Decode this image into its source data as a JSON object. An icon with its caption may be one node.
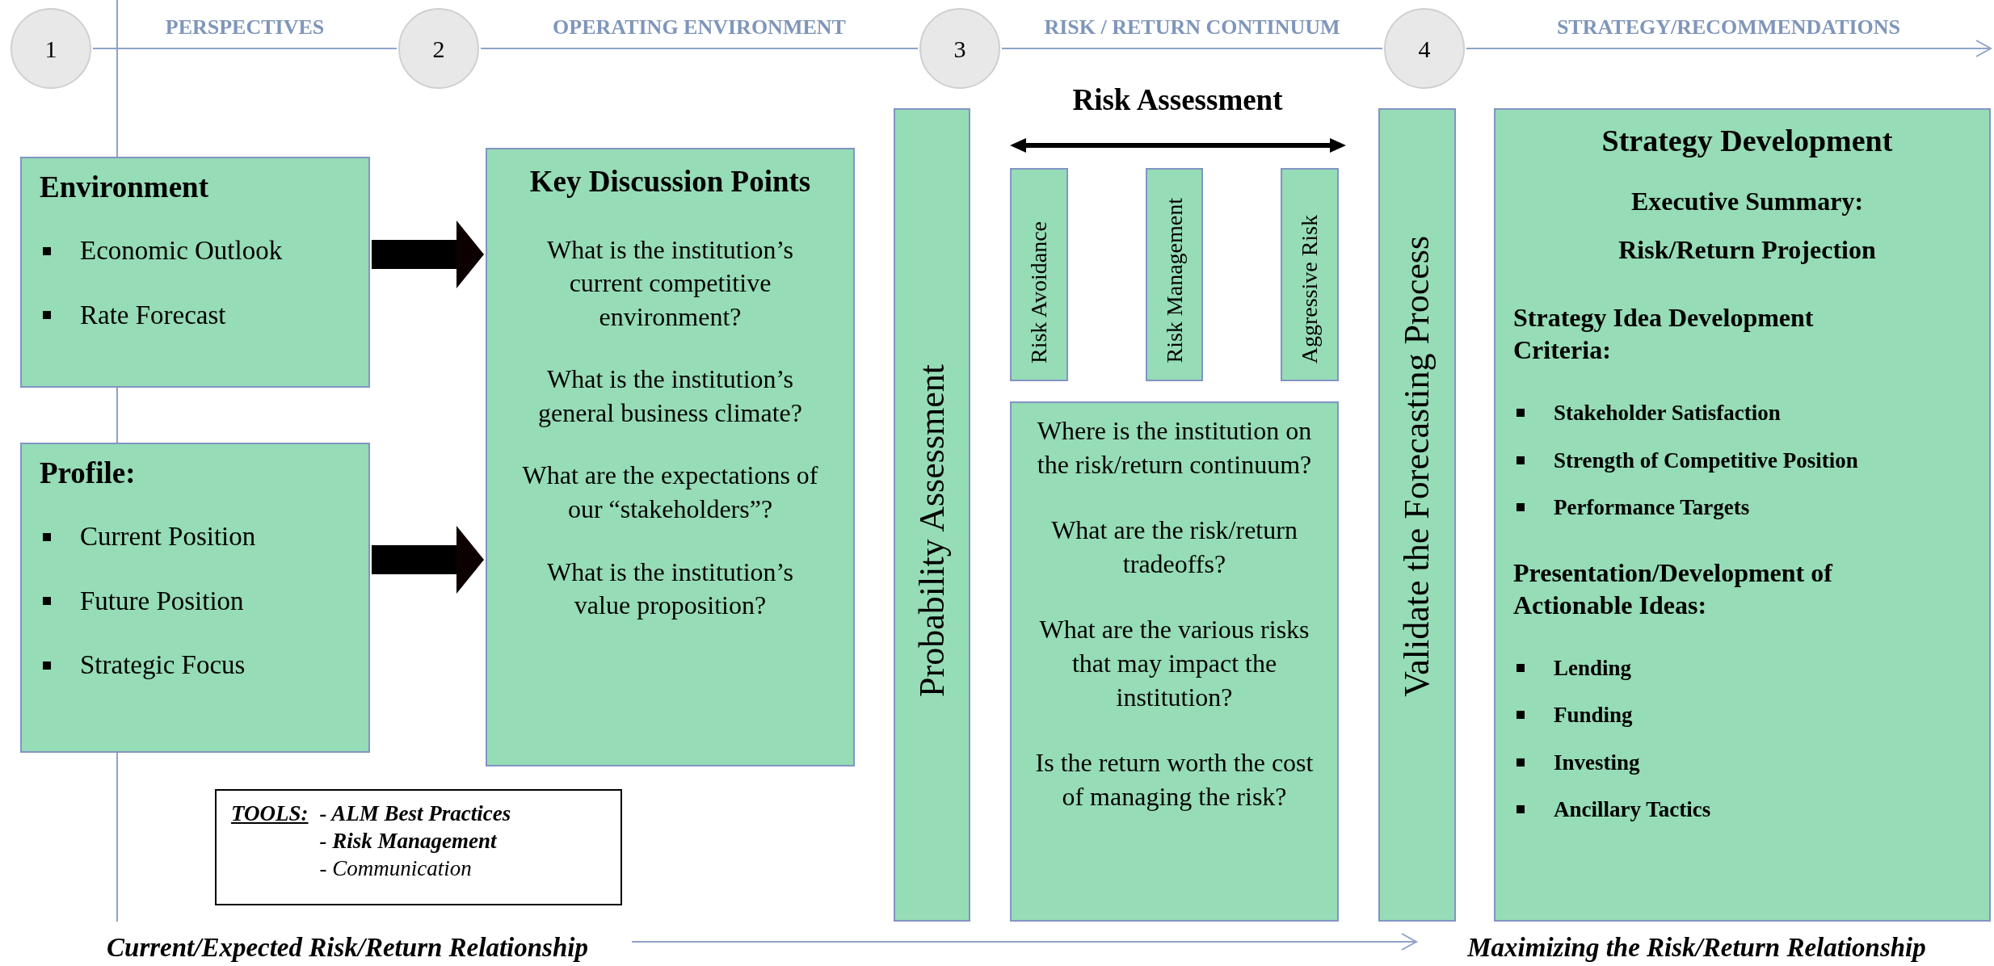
{
  "diagram": {
    "nodes": [
      {
        "text": [
          "1"
        ]
      },
      {
        "text": [
          "2"
        ]
      },
      {
        "text": [
          "3"
        ]
      },
      {
        "text": [
          "4"
        ]
      },
      {
        "text": [
          "Environment",
          "Economic Outlook",
          "Rate Forecast"
        ]
      },
      {
        "text": [
          "Profile:",
          "Current Position",
          "Future Position",
          "Strategic Focus"
        ]
      },
      {
        "text": [
          "Key Discussion Points",
          "What is the institution’s current competitive environment?",
          "What is the institution’s general business climate?",
          "What are the expectations of our “stakeholders”?",
          "What is the institution’s value proposition?"
        ]
      },
      {
        "text": [
          "Probability Assessment"
        ]
      },
      {
        "text": [
          "Risk Avoidance"
        ]
      },
      {
        "text": [
          "Risk Management"
        ]
      },
      {
        "text": [
          "Aggressive Risk"
        ]
      },
      {
        "text": [
          "Where is the institution on the risk/return continuum?",
          "What are the risk/return tradeoffs?",
          "What are the various risks that may impact the institution?",
          "Is the return worth the cost of managing the risk?"
        ]
      },
      {
        "text": [
          "Validate the Forecasting Process"
        ]
      },
      {
        "text": [
          "Strategy Development",
          "Executive Summary:",
          "Risk/Return Projection",
          "Strategy Idea Development Criteria:",
          "Stakeholder Satisfaction",
          "Strength of Competitive Position",
          "Performance Targets",
          "Presentation/Development of Actionable Ideas:",
          "Lending",
          "Funding",
          "Investing",
          "Ancillary Tactics"
        ]
      },
      {
        "text": [
          "TOOLS:",
          "- ALM Best Practices",
          "- Risk Management",
          "- Communication"
        ]
      },
      {
        "text": [
          "Current/Expected Risk/Return Relationship"
        ]
      },
      {
        "text": [
          "Maximizing the Risk/Return Relationship"
        ]
      }
    ],
    "edges": [
      {
        "from": 0,
        "to": 1,
        "arrow": "none",
        "label": "PERSPECTIVES"
      },
      {
        "from": 1,
        "to": 2,
        "arrow": "none",
        "label": "OPERATING ENVIRONMENT"
      },
      {
        "from": 2,
        "to": 3,
        "arrow": "none",
        "label": "RISK / RETURN CONTINUUM"
      },
      {
        "from": 3,
        "to": null,
        "arrow": "to",
        "label": "STRATEGY/RECOMMENDATIONS"
      },
      {
        "from": 4,
        "to": 6,
        "arrow": "to",
        "style": "thick",
        "color": "#000000"
      },
      {
        "from": 5,
        "to": 6,
        "arrow": "to",
        "style": "thick",
        "color": "#000000"
      },
      {
        "from": 15,
        "to": 16,
        "arrow": "to"
      }
    ],
    "labels": [
      "Risk Assessment"
    ]
  }
}
